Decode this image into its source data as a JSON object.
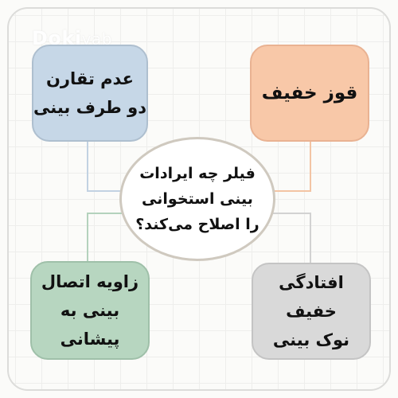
{
  "watermark": {
    "bold": "Doki",
    "light": "yab"
  },
  "center": {
    "text": "فیلر چه ایرادات\nبینی استخوانی\nرا اصلاح می‌کند؟"
  },
  "boxes": {
    "top_left": "عدم تقارن\nدو طرف بینی",
    "top_right": "قوز خفیف",
    "bottom_left": "زاویه اتصال\nبینی به پیشانی",
    "bottom_right": "افتادگی خفیف\nنوک بینی"
  },
  "colors": {
    "top_left": "#c6d7e7",
    "top_right": "#f8c8a8",
    "bottom_left": "#b7d6c0",
    "bottom_right": "#d9d9d9",
    "center_border": "#cfc9bf"
  }
}
